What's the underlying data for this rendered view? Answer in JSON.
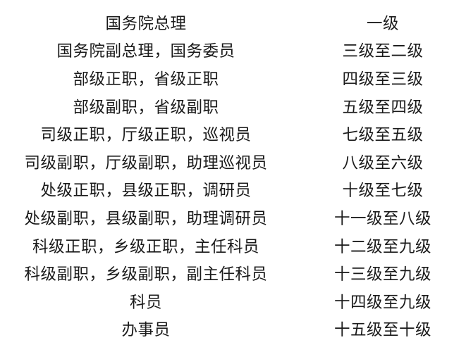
{
  "table": {
    "rows": [
      {
        "post": "国务院总理",
        "grade": "一级"
      },
      {
        "post": "国务院副总理，国务委员",
        "grade": "三级至二级"
      },
      {
        "post": "部级正职，省级正职",
        "grade": "四级至三级"
      },
      {
        "post": "部级副职，省级副职",
        "grade": "五级至四级"
      },
      {
        "post": "司级正职，厅级正职，巡视员",
        "grade": "七级至五级"
      },
      {
        "post": "司级副职，厅级副职，助理巡视员",
        "grade": "八级至六级"
      },
      {
        "post": "处级正职，县级正职，调研员",
        "grade": "十级至七级"
      },
      {
        "post": "处级副职，县级副职，助理调研员",
        "grade": "十一级至八级"
      },
      {
        "post": "科级正职，乡级正职，主任科员",
        "grade": "十二级至九级"
      },
      {
        "post": "科级副职，乡级副职，副主任科员",
        "grade": "十三级至九级"
      },
      {
        "post": "科员",
        "grade": "十四级至九级"
      },
      {
        "post": "办事员",
        "grade": "十五级至十级"
      }
    ]
  }
}
